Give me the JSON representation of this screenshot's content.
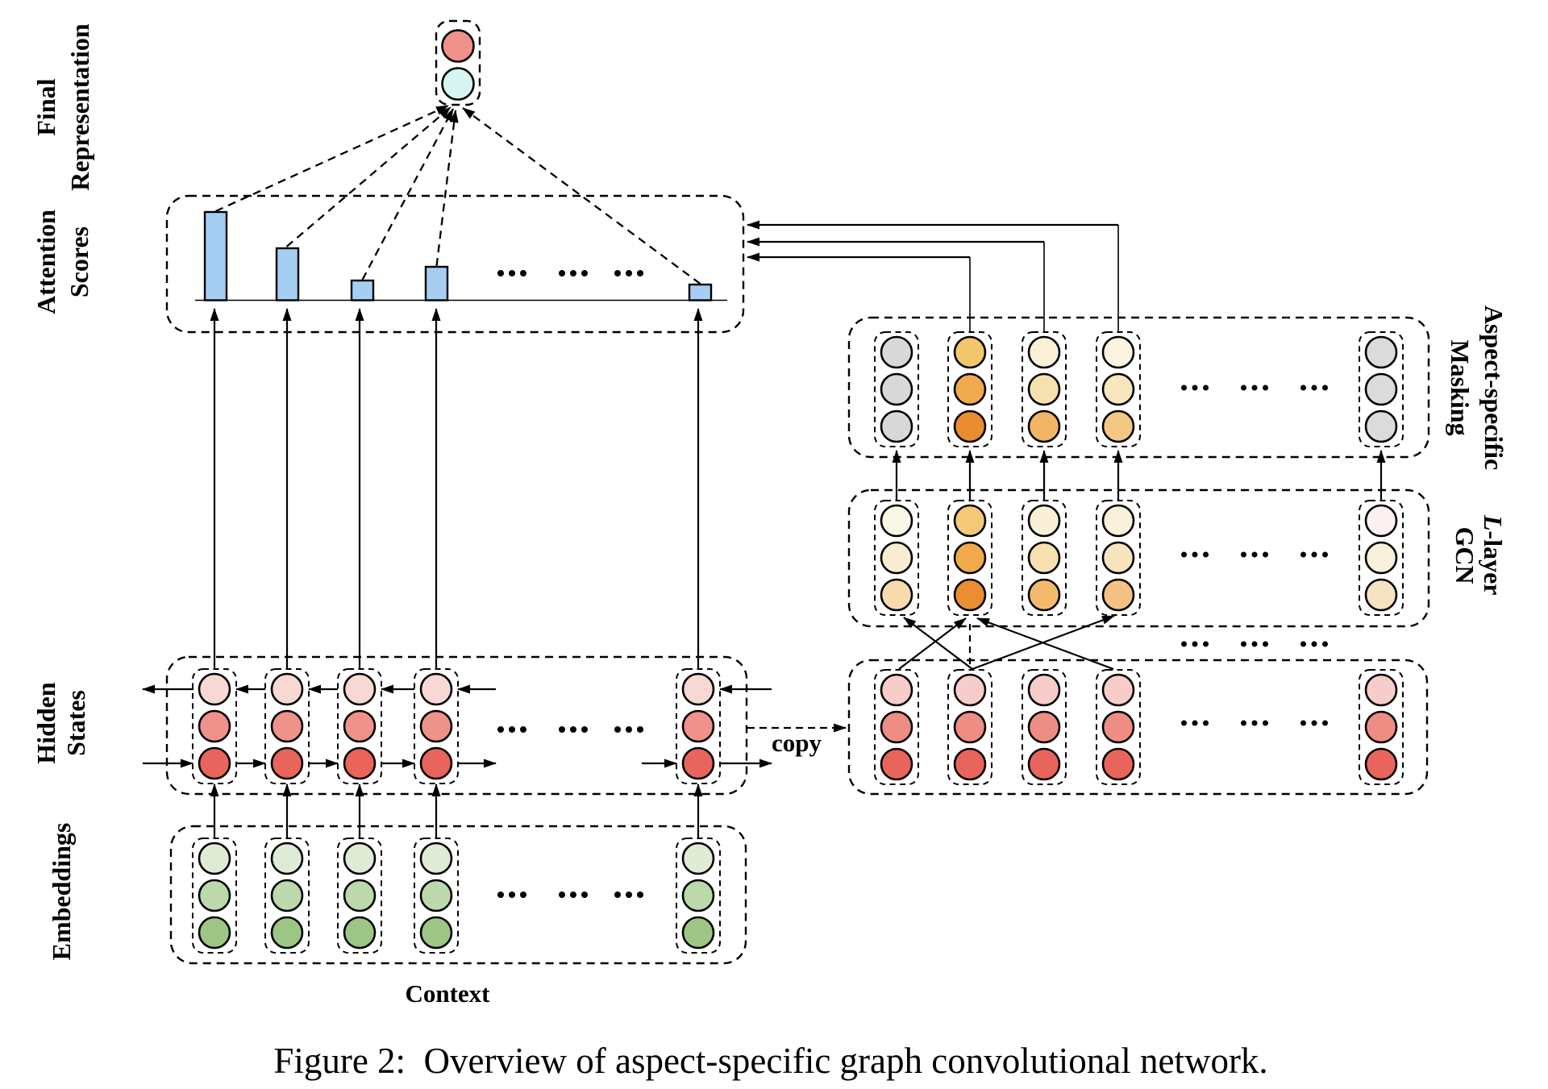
{
  "figure": {
    "caption": "Figure 2:  Overview of aspect-specific graph convolutional network.",
    "context_label": "Context",
    "copy_label": "copy"
  },
  "row_labels": {
    "final_representation_line1": "Final",
    "final_representation_line2": "Representation",
    "attention_scores_line1": "Attention",
    "attention_scores_line2": "Scores",
    "hidden_states_line1": "Hidden",
    "hidden_states_line2": "States",
    "embeddings": "Embeddings",
    "aspect_masking_line1": "Aspect-specific",
    "aspect_masking_line2": "Masking",
    "gcn_line1_italic": "L",
    "gcn_line1_rest": "-layer",
    "gcn_line2": "GCN"
  },
  "colors": {
    "background": "#ffffff",
    "ink": "#000000",
    "attention_bar_fill": "#a6cef2",
    "final_representation_circles": [
      "#f0918a",
      "#d6f5f2"
    ],
    "hidden_state_column": [
      "#f8d8d3",
      "#ef9289",
      "#e9645b"
    ],
    "embedding_column": [
      "#dfebd4",
      "#bbd9aa",
      "#9dc685"
    ],
    "copy_column": [
      "#f6cdc8",
      "#ee8d84",
      "#e9655c"
    ],
    "masking_columns": [
      [
        "#d8d8d8",
        "#d8d8d8",
        "#d8d8d8"
      ],
      [
        "#f3c76e",
        "#f0a94d",
        "#e98d30"
      ],
      [
        "#faf0d5",
        "#f7e0b0",
        "#f2b465"
      ],
      [
        "#fbf4de",
        "#f8e6be",
        "#f4c785"
      ],
      [
        "#dbdbdb",
        "#dbdbdb",
        "#dbdbdb"
      ]
    ],
    "gcn_columns": [
      [
        "#fbf7e6",
        "#faecd0",
        "#f8daaf"
      ],
      [
        "#f3c979",
        "#f0aa4b",
        "#ea8e31"
      ],
      [
        "#f9efd6",
        "#f7e0b2",
        "#f3ba6e"
      ],
      [
        "#f9f1da",
        "#f7e5bf",
        "#f4c283"
      ],
      [
        "#fbf1f0",
        "#f9f0dc",
        "#f5e3c1"
      ]
    ]
  },
  "attention_chart": {
    "type": "bar",
    "description": "attention score over context words",
    "bar_heights": [
      110,
      64,
      24,
      41,
      19
    ],
    "bar_tops_y": [
      263,
      308,
      348,
      331,
      353
    ],
    "baseline_y": 372.5
  },
  "structure": {
    "left_column_centers": [
      266,
      356,
      446,
      541,
      866
    ],
    "right_column_centers": [
      1112,
      1203,
      1295,
      1387,
      1713
    ],
    "circles_per_column": 3,
    "ellipsis": "..."
  }
}
